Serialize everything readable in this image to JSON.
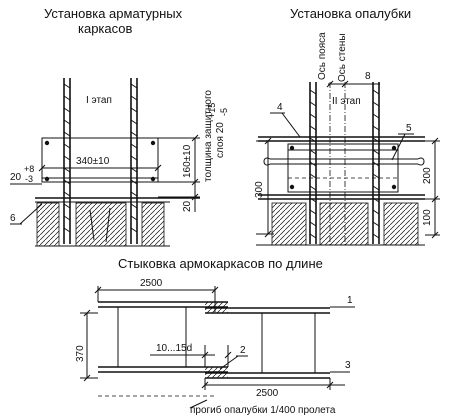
{
  "titles": {
    "rebar_line1": "Установка арматурных",
    "rebar_line2": "каркасов",
    "formwork": "Установка опалубки",
    "splicing": "Стыковка армокаркасов по длине"
  },
  "left": {
    "stage": "I этап",
    "dim_340": "340±10",
    "dim_20": "20",
    "tol_20_up": "+8",
    "tol_20_down": "-3",
    "dim_160": "160±10",
    "dim_20_bottom": "20",
    "cover_line1": "толщина защитного",
    "cover_line2": "слоя 20",
    "cover_tol_up": "+15",
    "cover_tol_down": "-5",
    "callout_6": "6"
  },
  "right": {
    "axis_belt": "Ось пояса",
    "axis_wall": "Ось стены",
    "dim_8": "8",
    "stage": "II этап",
    "callout_4": "4",
    "callout_5": "5",
    "dim_300": "300",
    "dim_200": "200",
    "dim_100": "100"
  },
  "bottom": {
    "dim_2500_top": "2500",
    "dim_2500_bottom": "2500",
    "dim_370": "370",
    "lap": "10...15d",
    "callout_1": "1",
    "callout_2": "2",
    "callout_3": "3",
    "deflection": "прогиб опалубки 1/400 пролета"
  }
}
